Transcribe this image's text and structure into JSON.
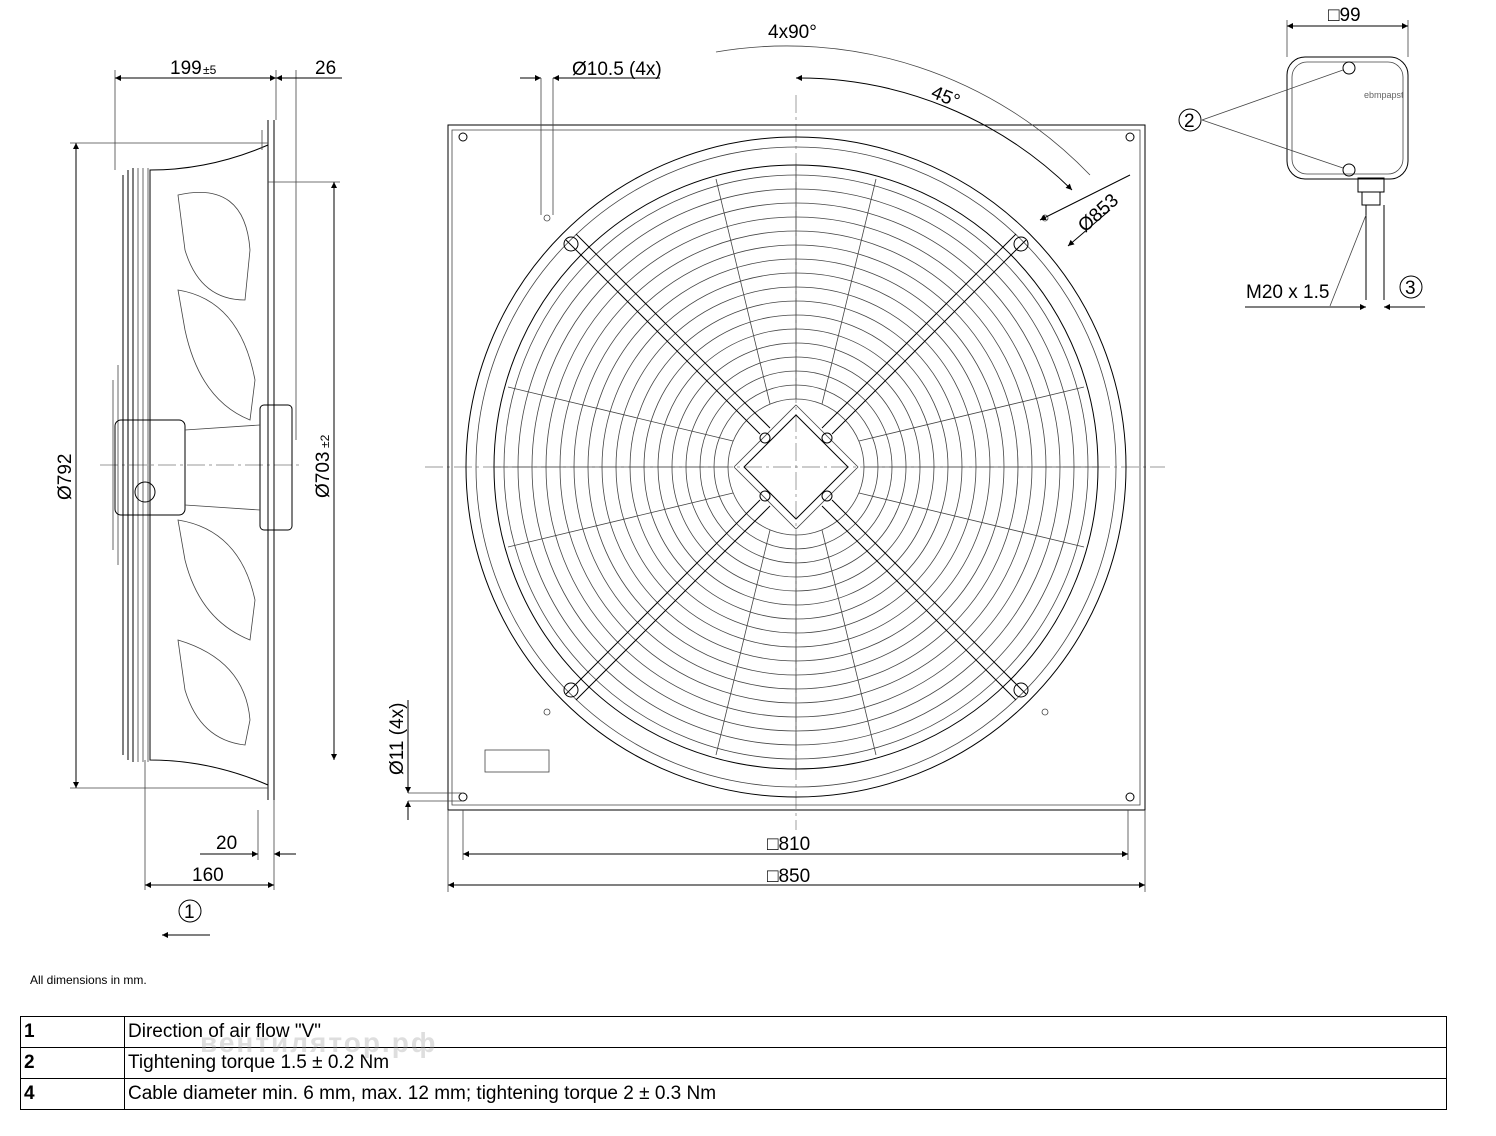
{
  "dimensions": {
    "side_depth": "199",
    "side_depth_tol": "±5",
    "side_flange": "26",
    "side_od": "Ø792",
    "side_inner": "Ø703",
    "side_inner_tol": "±2",
    "side_bottom_small": "20",
    "side_bottom_big": "160",
    "front_holes_top": "Ø10.5 (4x)",
    "front_angle_total": "4x90°",
    "front_angle_half": "45°",
    "front_bolt_circle": "Ø853",
    "front_holes_side": "Ø11 (4x)",
    "front_inner_square": "□810",
    "front_outer_square": "□850",
    "box_square": "□99",
    "box_thread": "M20 x 1.5",
    "box_brand": "ebmpapst"
  },
  "callouts": [
    "1",
    "2",
    "3"
  ],
  "note": "All dimensions in mm.",
  "watermark": "вентилятор.рф",
  "legend": [
    {
      "num": "1",
      "text": "Direction of air flow \"V\""
    },
    {
      "num": "2",
      "text": "Tightening torque 1.5 ± 0.2 Nm"
    },
    {
      "num": "4",
      "text": "Cable diameter min. 6 mm, max. 12 mm; tightening torque 2 ± 0.3 Nm"
    }
  ]
}
